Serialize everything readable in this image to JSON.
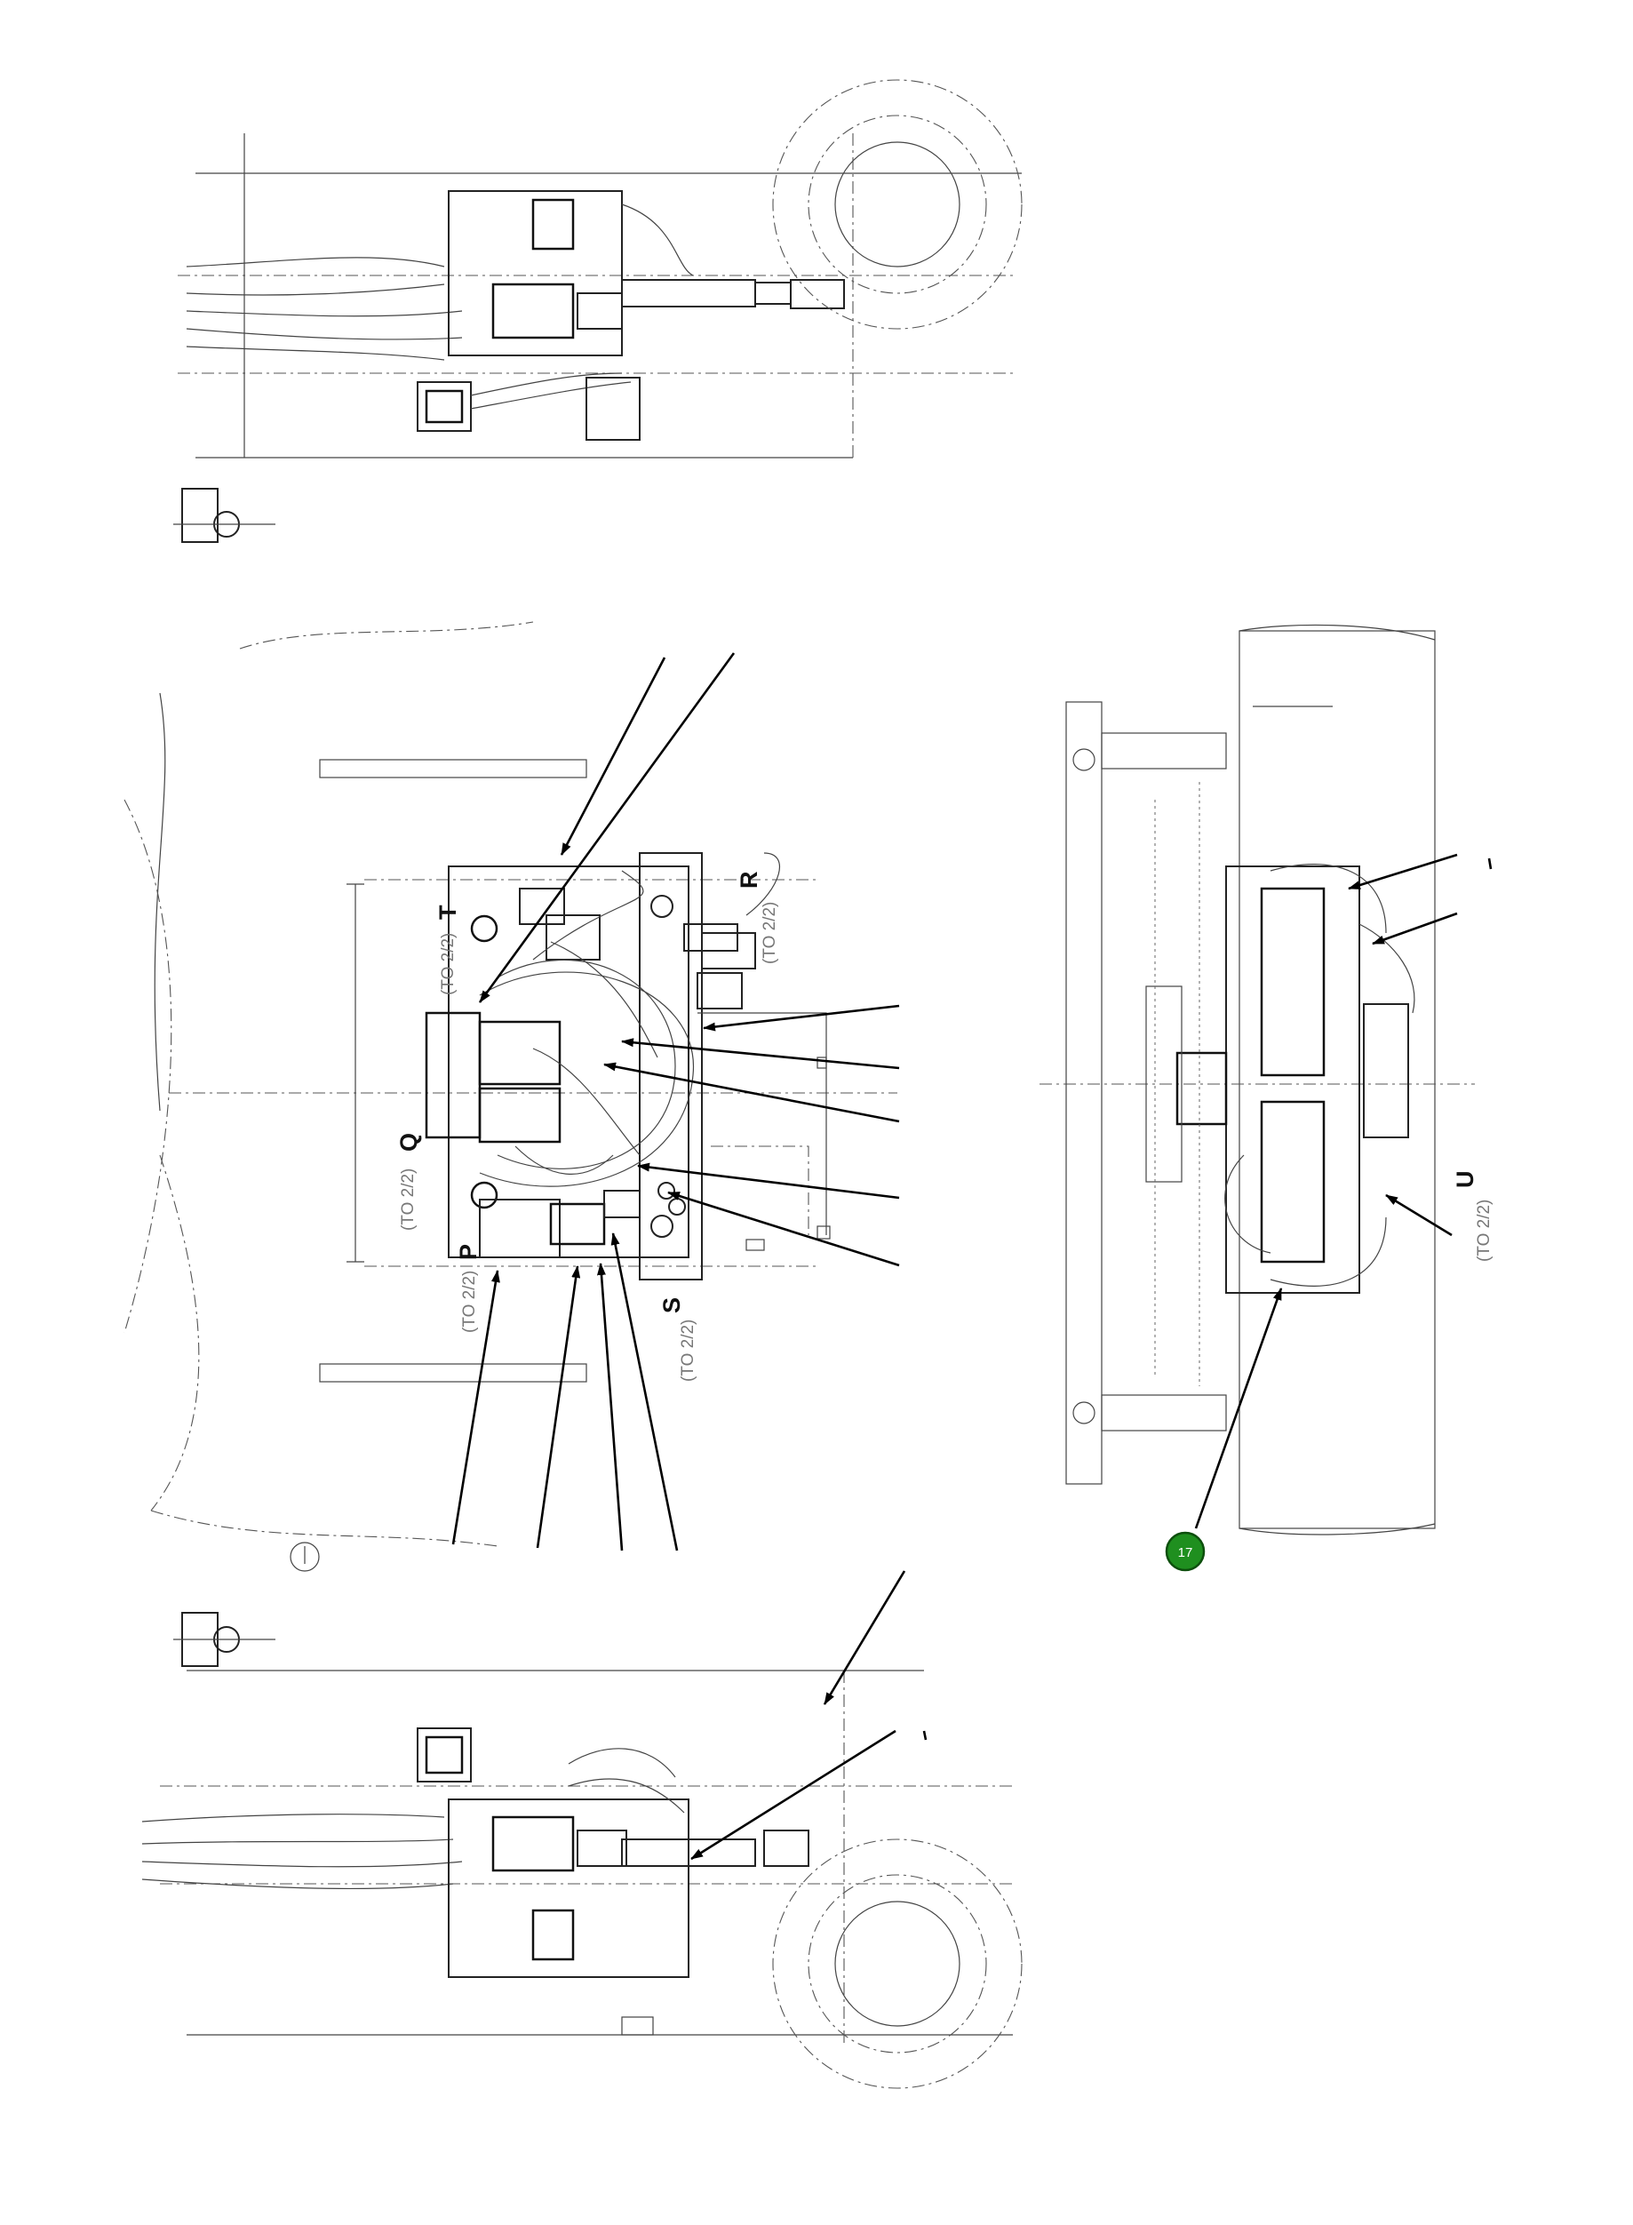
{
  "callouts": {
    "letters": [
      "P",
      "Q",
      "R",
      "S",
      "T",
      "U"
    ],
    "notes": [
      "(TO 2/2)",
      "(TO 2/2)",
      "(TO 2/2)",
      "(TO 2/2)",
      "(TO 2/2)",
      "(TO 2/2)"
    ]
  },
  "badge": {
    "number": "17",
    "color": "#1f8f1f"
  },
  "colors": {
    "line": "#222222",
    "arrow": "#000000",
    "paper": "#ffffff"
  }
}
